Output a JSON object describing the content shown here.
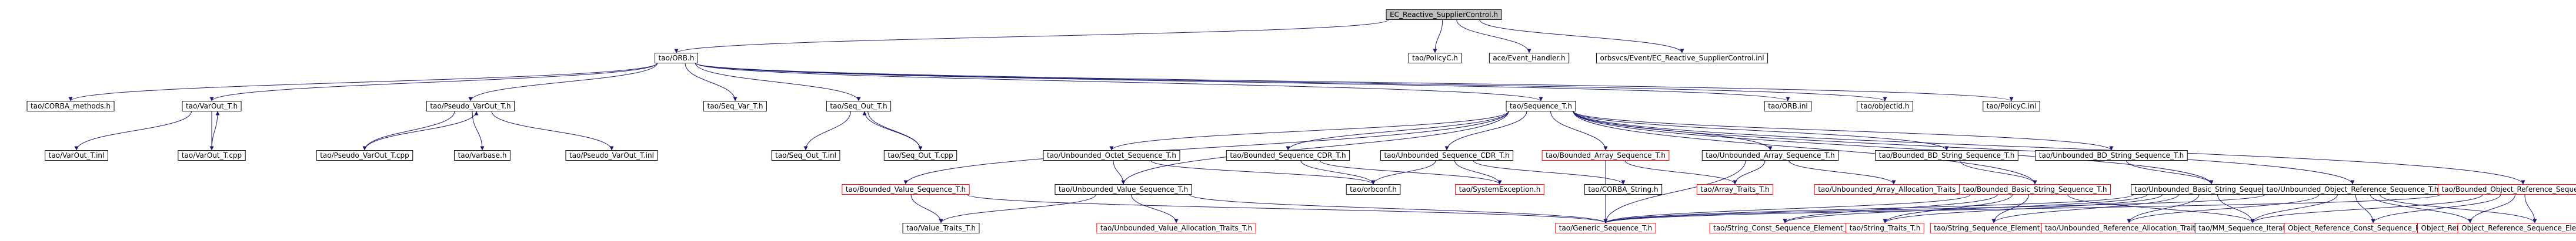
{
  "colors": {
    "black": "#000000",
    "red": "#ff0000",
    "edge": "#191970",
    "root_fill": "#bfbfbf",
    "node_fill": "#ffffff"
  },
  "root": "EC_Reactive_SupplierControl.h",
  "nodes": [
    {
      "id": "root",
      "label": "EC_Reactive_SupplierControl.h",
      "style": "root"
    },
    {
      "id": "orb",
      "label": "tao/ORB.h",
      "style": "black"
    },
    {
      "id": "policyc_h",
      "label": "tao/PolicyC.h",
      "style": "black"
    },
    {
      "id": "event_handler",
      "label": "ace/Event_Handler.h",
      "style": "black"
    },
    {
      "id": "supplier_inl",
      "label": "orbsvcs/Event/EC_Reactive_SupplierControl.inl",
      "style": "black"
    },
    {
      "id": "corba_methods",
      "label": "tao/CORBA_methods.h",
      "style": "black"
    },
    {
      "id": "varout_t_h",
      "label": "tao/VarOut_T.h",
      "style": "black"
    },
    {
      "id": "pseudo_varout_h",
      "label": "tao/Pseudo_VarOut_T.h",
      "style": "black"
    },
    {
      "id": "seq_var_t",
      "label": "tao/Seq_Var_T.h",
      "style": "black"
    },
    {
      "id": "seq_out_t_h",
      "label": "tao/Seq_Out_T.h",
      "style": "black"
    },
    {
      "id": "sequence_t",
      "label": "tao/Sequence_T.h",
      "style": "black"
    },
    {
      "id": "orb_inl",
      "label": "tao/ORB.inl",
      "style": "black"
    },
    {
      "id": "objectid",
      "label": "tao/objectid.h",
      "style": "black"
    },
    {
      "id": "policyc_inl",
      "label": "tao/PolicyC.inl",
      "style": "black"
    },
    {
      "id": "varout_t_inl",
      "label": "tao/VarOut_T.inl",
      "style": "black"
    },
    {
      "id": "varout_t_cpp",
      "label": "tao/VarOut_T.cpp",
      "style": "black"
    },
    {
      "id": "pseudo_varout_cpp",
      "label": "tao/Pseudo_VarOut_T.cpp",
      "style": "black"
    },
    {
      "id": "varbase",
      "label": "tao/varbase.h",
      "style": "black"
    },
    {
      "id": "pseudo_varout_inl",
      "label": "tao/Pseudo_VarOut_T.inl",
      "style": "black"
    },
    {
      "id": "seq_out_t_inl",
      "label": "tao/Seq_Out_T.inl",
      "style": "black"
    },
    {
      "id": "seq_out_t_cpp",
      "label": "tao/Seq_Out_T.cpp",
      "style": "black"
    },
    {
      "id": "unb_octet_seq",
      "label": "tao/Unbounded_Octet_Sequence_T.h",
      "style": "black"
    },
    {
      "id": "bounded_seq_cdr",
      "label": "tao/Bounded_Sequence_CDR_T.h",
      "style": "black"
    },
    {
      "id": "unb_seq_cdr",
      "label": "tao/Unbounded_Sequence_CDR_T.h",
      "style": "black"
    },
    {
      "id": "bounded_array_seq",
      "label": "tao/Bounded_Array_Sequence_T.h",
      "style": "red"
    },
    {
      "id": "unb_array_seq",
      "label": "tao/Unbounded_Array_Sequence_T.h",
      "style": "black"
    },
    {
      "id": "bounded_bd_string",
      "label": "tao/Bounded_BD_String_Sequence_T.h",
      "style": "black"
    },
    {
      "id": "unb_bd_string",
      "label": "tao/Unbounded_BD_String_Sequence_T.h",
      "style": "black"
    },
    {
      "id": "bounded_value_seq",
      "label": "tao/Bounded_Value_Sequence_T.h",
      "style": "red"
    },
    {
      "id": "unb_value_seq",
      "label": "tao/Unbounded_Value_Sequence_T.h",
      "style": "black"
    },
    {
      "id": "orbconf",
      "label": "tao/orbconf.h",
      "style": "black"
    },
    {
      "id": "system_exception",
      "label": "tao/SystemException.h",
      "style": "red"
    },
    {
      "id": "corba_string",
      "label": "tao/CORBA_String.h",
      "style": "black"
    },
    {
      "id": "array_traits",
      "label": "tao/Array_Traits_T.h",
      "style": "red"
    },
    {
      "id": "unb_array_alloc",
      "label": "tao/Unbounded_Array_Allocation_Traits_T.h",
      "style": "red"
    },
    {
      "id": "bounded_basic_string",
      "label": "tao/Bounded_Basic_String_Sequence_T.h",
      "style": "red"
    },
    {
      "id": "unb_basic_string",
      "label": "tao/Unbounded_Basic_String_Sequence_T.h",
      "style": "black"
    },
    {
      "id": "unb_object_ref",
      "label": "tao/Unbounded_Object_Reference_Sequence_T.h",
      "style": "black"
    },
    {
      "id": "bounded_object_ref",
      "label": "tao/Bounded_Object_Reference_Sequence_T.h",
      "style": "red"
    },
    {
      "id": "value_traits",
      "label": "tao/Value_Traits_T.h",
      "style": "black"
    },
    {
      "id": "unb_value_alloc",
      "label": "tao/Unbounded_Value_Allocation_Traits_T.h",
      "style": "red"
    },
    {
      "id": "generic_seq",
      "label": "tao/Generic_Sequence_T.h",
      "style": "red"
    },
    {
      "id": "string_const_elem",
      "label": "tao/String_Const_Sequence_Element_T.h",
      "style": "red"
    },
    {
      "id": "string_traits",
      "label": "tao/String_Traits_T.h",
      "style": "red"
    },
    {
      "id": "string_seq_elem",
      "label": "tao/String_Sequence_Element_T.h",
      "style": "red"
    },
    {
      "id": "unb_ref_alloc",
      "label": "tao/Unbounded_Reference_Allocation_Traits_T.h",
      "style": "red"
    },
    {
      "id": "mm_seq_iter",
      "label": "tao/MM_Sequence_Iterator_T.h",
      "style": "black"
    },
    {
      "id": "objref_const_elem",
      "label": "Object_Reference_Const_Sequence_Element_T.h",
      "style": "red"
    },
    {
      "id": "objref_traits",
      "label": "Object_Reference_Traits_T.h",
      "style": "red"
    },
    {
      "id": "objref_seq_elem",
      "label": "Object_Reference_Sequence_Element_T.h",
      "style": "red"
    }
  ],
  "edges": [
    [
      "root",
      "orb"
    ],
    [
      "root",
      "policyc_h"
    ],
    [
      "root",
      "event_handler"
    ],
    [
      "root",
      "supplier_inl"
    ],
    [
      "orb",
      "corba_methods"
    ],
    [
      "orb",
      "varout_t_h"
    ],
    [
      "orb",
      "pseudo_varout_h"
    ],
    [
      "orb",
      "seq_var_t"
    ],
    [
      "orb",
      "seq_out_t_h"
    ],
    [
      "orb",
      "sequence_t"
    ],
    [
      "orb",
      "orb_inl"
    ],
    [
      "orb",
      "objectid"
    ],
    [
      "orb",
      "policyc_inl"
    ],
    [
      "varout_t_h",
      "varout_t_inl"
    ],
    [
      "varout_t_h",
      "varout_t_cpp"
    ],
    [
      "varout_t_cpp",
      "varout_t_h"
    ],
    [
      "pseudo_varout_h",
      "pseudo_varout_cpp"
    ],
    [
      "pseudo_varout_h",
      "varbase"
    ],
    [
      "pseudo_varout_h",
      "pseudo_varout_inl"
    ],
    [
      "pseudo_varout_cpp",
      "pseudo_varout_h"
    ],
    [
      "seq_out_t_h",
      "seq_out_t_inl"
    ],
    [
      "seq_out_t_h",
      "seq_out_t_cpp"
    ],
    [
      "seq_out_t_cpp",
      "seq_out_t_h"
    ],
    [
      "sequence_t",
      "bounded_value_seq"
    ],
    [
      "sequence_t",
      "unb_value_seq"
    ],
    [
      "sequence_t",
      "unb_octet_seq"
    ],
    [
      "sequence_t",
      "bounded_seq_cdr"
    ],
    [
      "sequence_t",
      "unb_seq_cdr"
    ],
    [
      "sequence_t",
      "bounded_array_seq"
    ],
    [
      "sequence_t",
      "unb_array_seq"
    ],
    [
      "sequence_t",
      "bounded_basic_string"
    ],
    [
      "sequence_t",
      "unb_basic_string"
    ],
    [
      "sequence_t",
      "bounded_bd_string"
    ],
    [
      "sequence_t",
      "unb_bd_string"
    ],
    [
      "sequence_t",
      "unb_object_ref"
    ],
    [
      "sequence_t",
      "bounded_object_ref"
    ],
    [
      "unb_octet_seq",
      "unb_value_seq"
    ],
    [
      "unb_octet_seq",
      "orbconf"
    ],
    [
      "bounded_seq_cdr",
      "orbconf"
    ],
    [
      "bounded_seq_cdr",
      "system_exception"
    ],
    [
      "unb_seq_cdr",
      "orbconf"
    ],
    [
      "unb_seq_cdr",
      "system_exception"
    ],
    [
      "unb_seq_cdr",
      "corba_string"
    ],
    [
      "bounded_array_seq",
      "array_traits"
    ],
    [
      "bounded_array_seq",
      "generic_seq"
    ],
    [
      "unb_array_seq",
      "array_traits"
    ],
    [
      "unb_array_seq",
      "unb_array_alloc"
    ],
    [
      "unb_array_seq",
      "generic_seq"
    ],
    [
      "bounded_bd_string",
      "bounded_basic_string"
    ],
    [
      "unb_bd_string",
      "unb_basic_string"
    ],
    [
      "bounded_value_seq",
      "value_traits"
    ],
    [
      "bounded_value_seq",
      "generic_seq"
    ],
    [
      "unb_value_seq",
      "value_traits"
    ],
    [
      "unb_value_seq",
      "unb_value_alloc"
    ],
    [
      "unb_value_seq",
      "generic_seq"
    ],
    [
      "bounded_basic_string",
      "generic_seq"
    ],
    [
      "bounded_basic_string",
      "string_const_elem"
    ],
    [
      "bounded_basic_string",
      "string_traits"
    ],
    [
      "bounded_basic_string",
      "string_seq_elem"
    ],
    [
      "bounded_basic_string",
      "mm_seq_iter"
    ],
    [
      "unb_basic_string",
      "generic_seq"
    ],
    [
      "unb_basic_string",
      "string_const_elem"
    ],
    [
      "unb_basic_string",
      "string_traits"
    ],
    [
      "unb_basic_string",
      "string_seq_elem"
    ],
    [
      "unb_basic_string",
      "unb_ref_alloc"
    ],
    [
      "unb_basic_string",
      "mm_seq_iter"
    ],
    [
      "unb_object_ref",
      "generic_seq"
    ],
    [
      "unb_object_ref",
      "unb_ref_alloc"
    ],
    [
      "unb_object_ref",
      "mm_seq_iter"
    ],
    [
      "unb_object_ref",
      "objref_const_elem"
    ],
    [
      "unb_object_ref",
      "objref_traits"
    ],
    [
      "unb_object_ref",
      "objref_seq_elem"
    ],
    [
      "bounded_object_ref",
      "generic_seq"
    ],
    [
      "bounded_object_ref",
      "mm_seq_iter"
    ],
    [
      "bounded_object_ref",
      "objref_const_elem"
    ],
    [
      "bounded_object_ref",
      "objref_traits"
    ],
    [
      "bounded_object_ref",
      "objref_seq_elem"
    ]
  ]
}
